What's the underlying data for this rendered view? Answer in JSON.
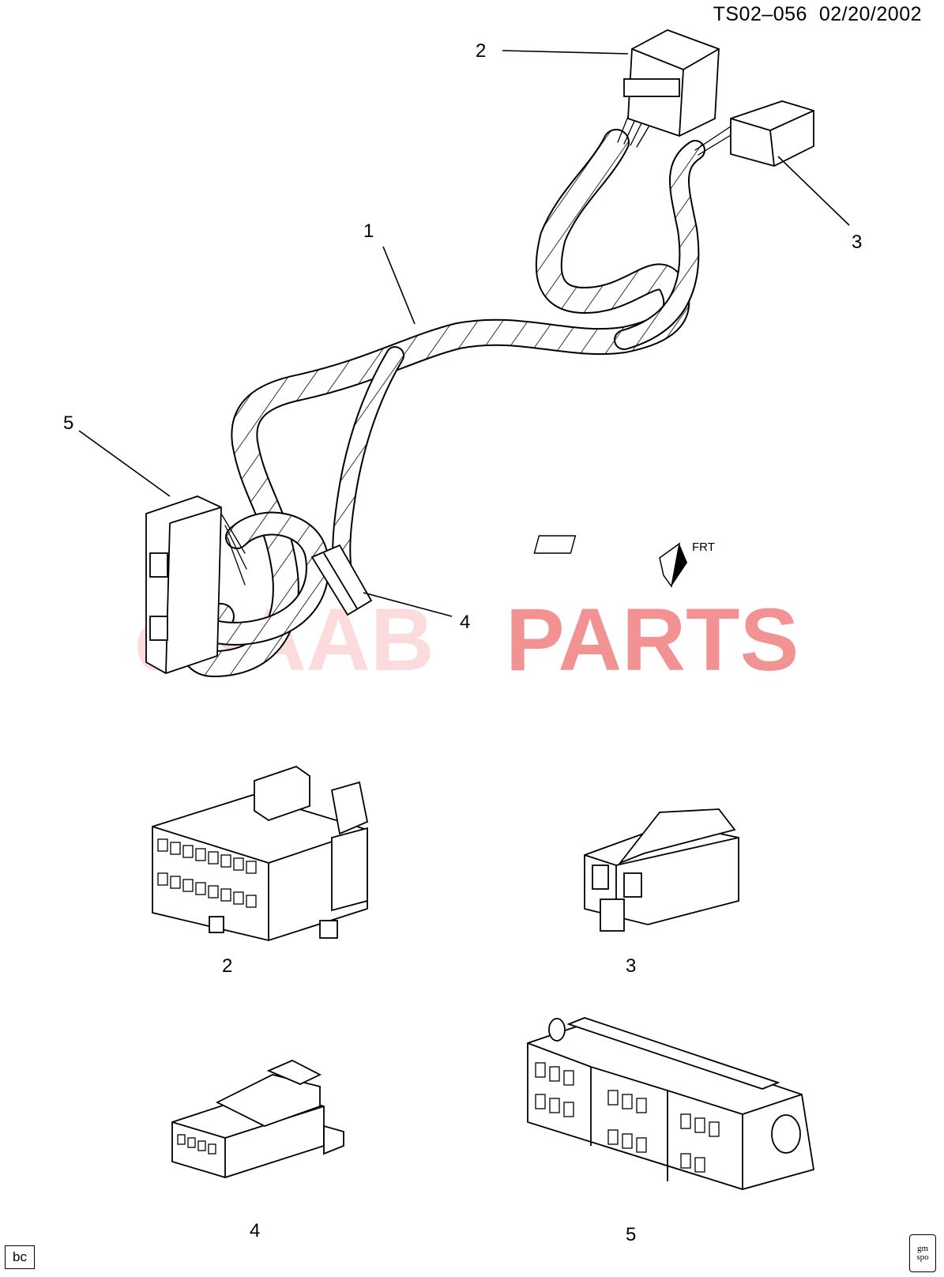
{
  "header": {
    "code": "TS02–056",
    "date": "02/20/2002"
  },
  "callouts": {
    "c1": "1",
    "c2": "2",
    "c3": "3",
    "c4": "4",
    "c5": "5",
    "d2": "2",
    "d3": "3",
    "d4": "4",
    "d5": "5"
  },
  "watermark": {
    "prefix": "eSAAB",
    "text": "PARTS"
  },
  "corner_box": "bc",
  "logo": {
    "top": "gm",
    "bottom": "spo"
  },
  "direction_label": "FRT"
}
